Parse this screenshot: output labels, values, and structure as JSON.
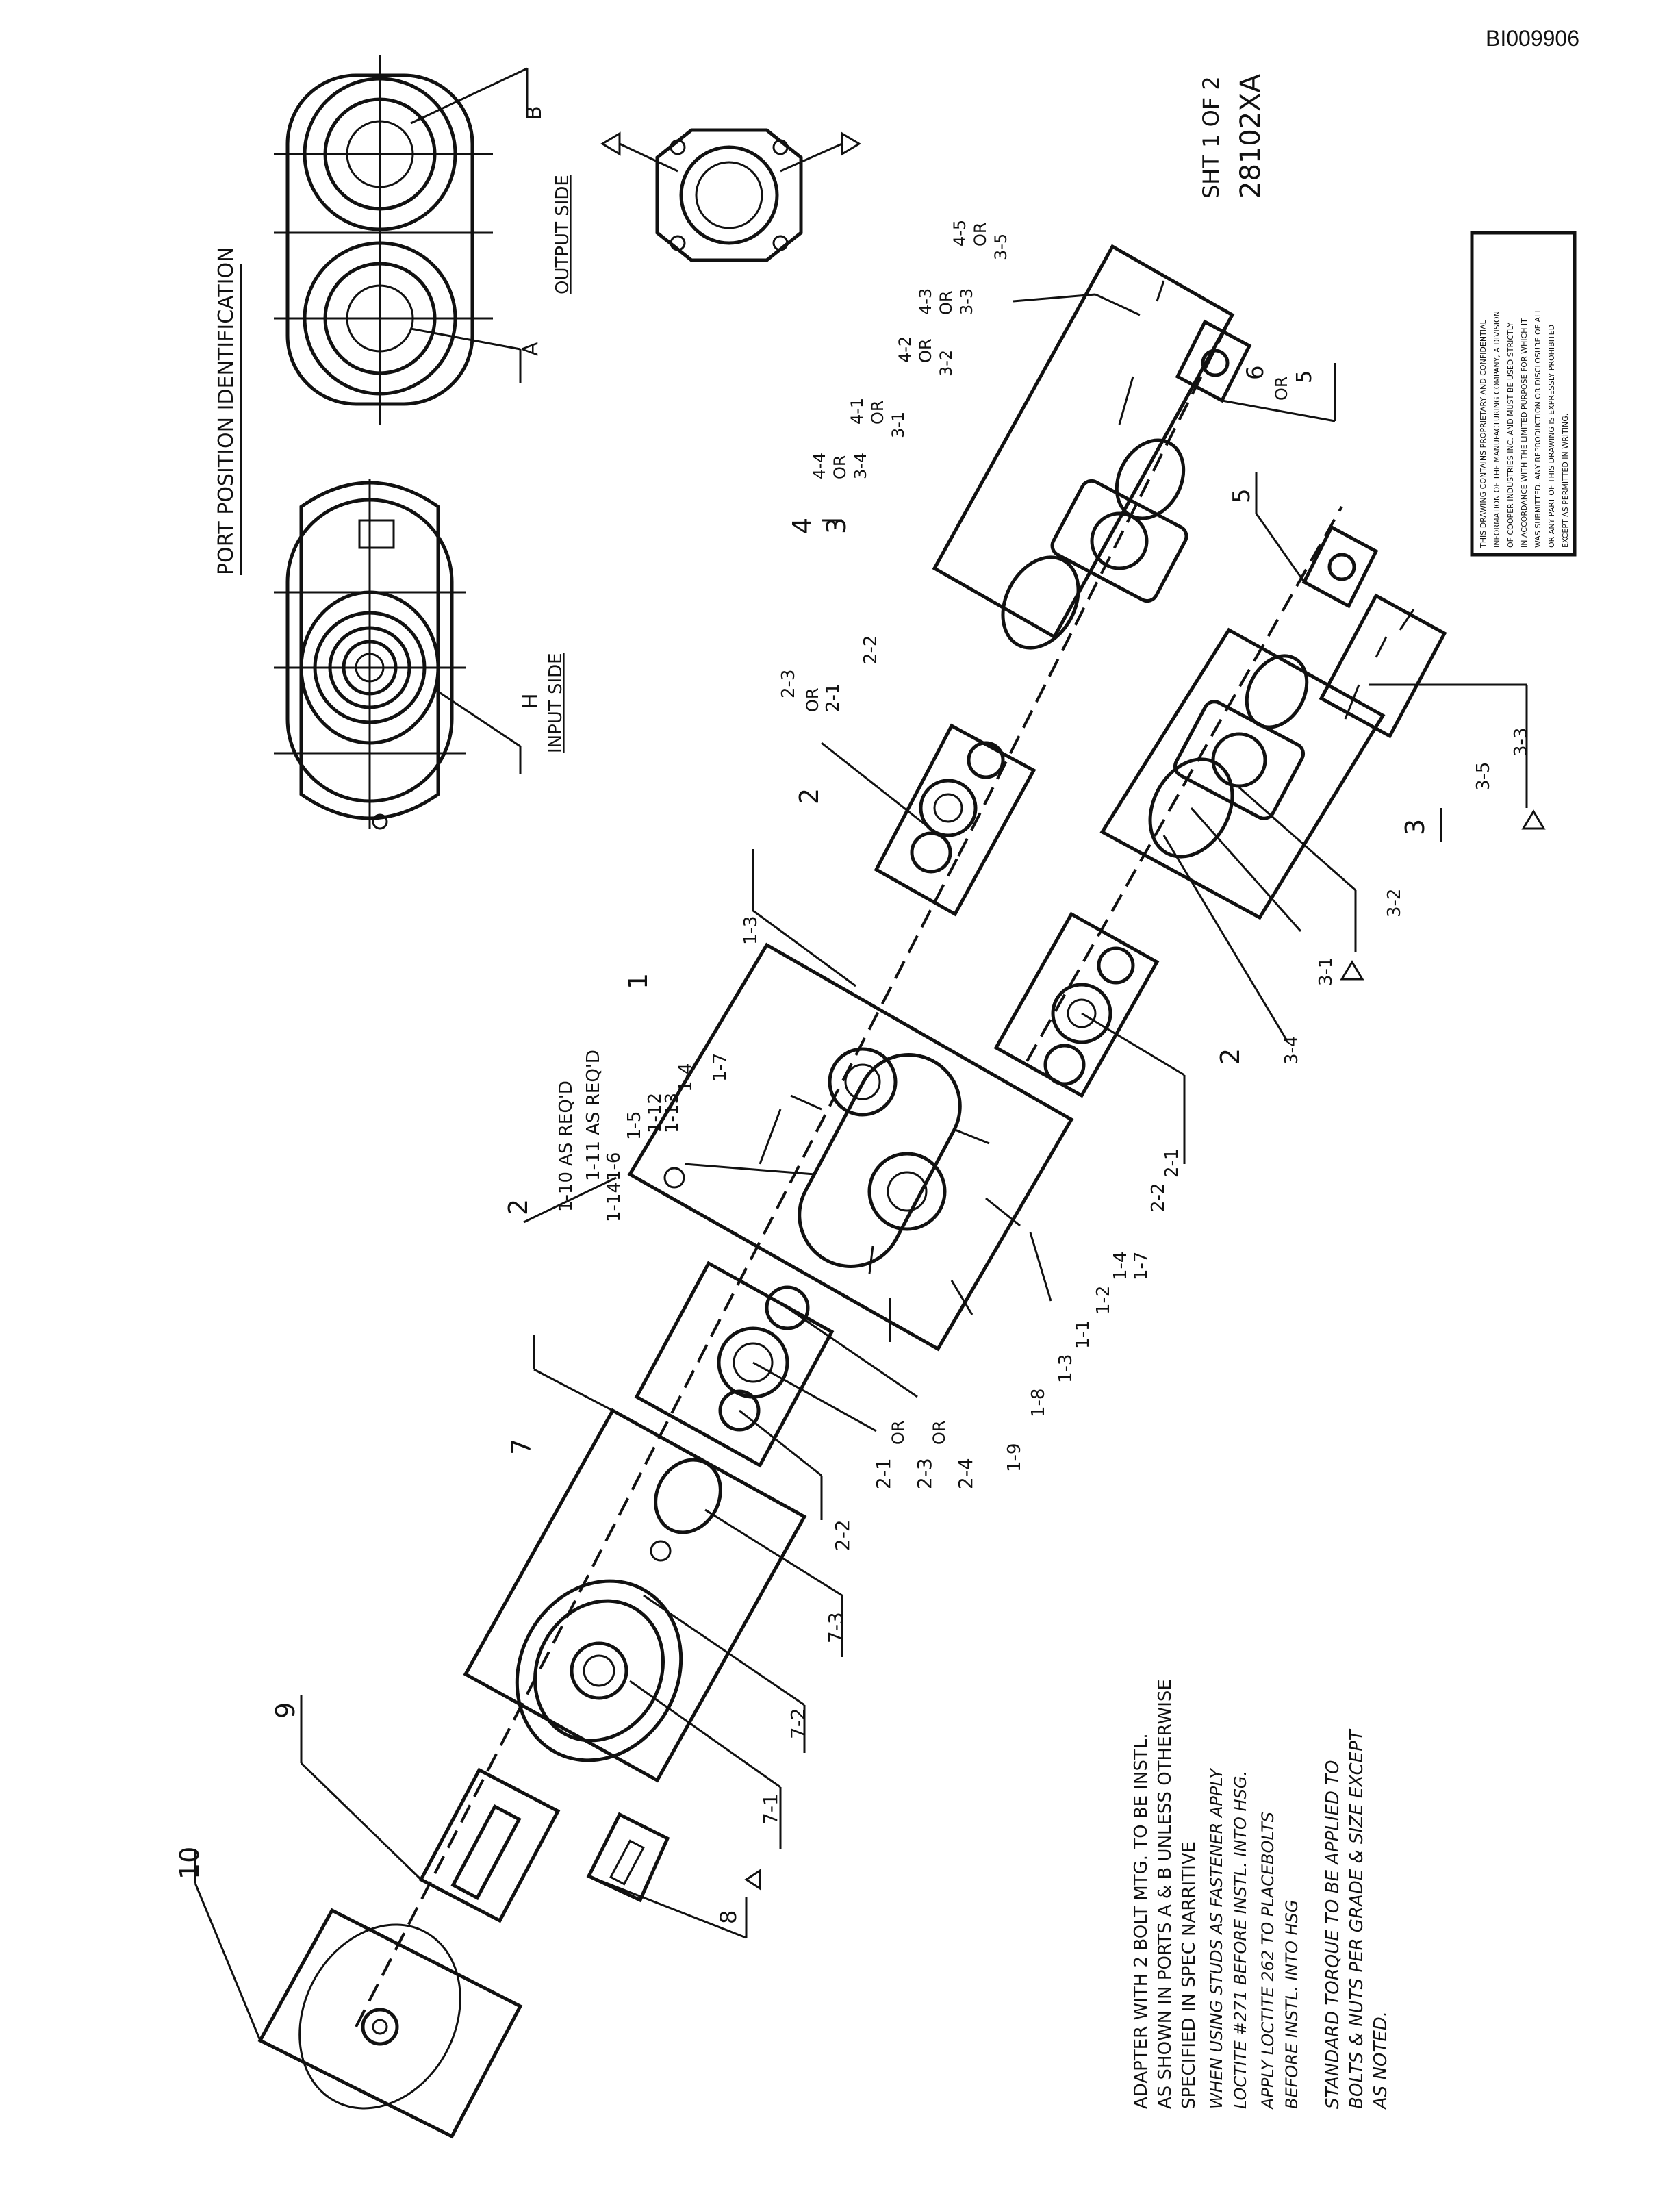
{
  "document": {
    "id": "BI009906",
    "sheet": "SHT 1 OF 2",
    "drawing_number": "28102XA"
  },
  "port_identification": {
    "title": "PORT POSITION IDENTIFICATION",
    "input_side": "INPUT SIDE",
    "output_side": "OUTPUT SIDE",
    "port_labels": [
      "H",
      "A",
      "B"
    ]
  },
  "part_labels": {
    "p10": "10",
    "p9": "9",
    "p8": "8",
    "p7": "7",
    "p7_1": "7-1",
    "p7_2": "7-2",
    "p7_3": "7-3",
    "p2_top": "2",
    "p2_mid": "2",
    "p2_lower": "2",
    "p2_1a": "2-1",
    "p2_3a": "2-3",
    "p2_4": "2-4",
    "p2_2a": "2-2",
    "p2_1b": "2-1",
    "p2_2b": "2-2",
    "p2_1c": "2-1",
    "p2_2c": "2-2",
    "p2_3b": "2-3",
    "p1": "1",
    "p1_3a": "1-3",
    "p1_7a": "1-7",
    "p1_4a": "1-4",
    "p1_5": "1-5",
    "p1_12": "1-12",
    "p1_13": "1-13",
    "p1_10": "1-10 AS REQ'D",
    "p1_11": "1-11 AS REQ'D",
    "p1_6": "1-6",
    "p1_14": "1-14",
    "p1_9": "1-9",
    "p1_8": "1-8",
    "p1_3b": "1-3",
    "p1_1": "1-1",
    "p1_2": "1-2",
    "p1_4b": "1-4",
    "p1_7b": "1-7",
    "p3": "3",
    "p3_1": "3-1",
    "p3_2": "3-2",
    "p3_4a": "3-4",
    "p3_5": "3-5",
    "p3_3": "3-3",
    "p4": "4",
    "p3_4b": "3-4",
    "p4_4": "4-4",
    "p4_1": "4-1",
    "p3_1b": "3-1",
    "p4_2": "4-2",
    "p3_2b": "3-2",
    "p4_3": "4-3",
    "p3_3b": "3-3",
    "p4_5": "4-5",
    "p3_5b": "3-5",
    "p5": "5",
    "p6": "6",
    "p5b": "5",
    "or": "OR"
  },
  "notes": {
    "n1_l1": "ADAPTER WITH 2 BOLT MTG. TO BE INSTL.",
    "n1_l2": "AS SHOWN IN PORTS A & B UNLESS OTHERWISE",
    "n1_l3": "SPECIFIED IN SPEC NARRITIVE",
    "n2_l1": "WHEN USING STUDS AS FASTENER APPLY",
    "n2_l2": "LOCTITE #271 BEFORE INSTL. INTO HSG.",
    "n3_l1": "APPLY LOCTITE 262 TO PLACEBOLTS",
    "n3_l2": "BEFORE INSTL. INTO HSG",
    "n4_l1": "STANDARD TORQUE TO BE APPLIED TO",
    "n4_l2": "BOLTS & NUTS PER GRADE & SIZE EXCEPT",
    "n4_l3": "AS NOTED."
  },
  "proprietary_notice": {
    "l1": "THIS DRAWING CONTAINS PROPRIETARY AND CONFIDENTIAL",
    "l2": "INFORMATION OF THE MANUFACTURING COMPANY, A DIVISION",
    "l3": "OF COOPER INDUSTRIES INC. AND MUST BE USED STRICTLY",
    "l4": "IN ACCORDANCE WITH THE LIMITED PURPOSE FOR WHICH IT",
    "l5": "WAS SUBMITTED. ANY REPRODUCTION OR DISCLOSURE OF ALL",
    "l6": "OR ANY PART OF THIS DRAWING IS EXPRESSLY PROHIBITED",
    "l7": "EXCEPT AS PERMITTED IN WRITING."
  }
}
